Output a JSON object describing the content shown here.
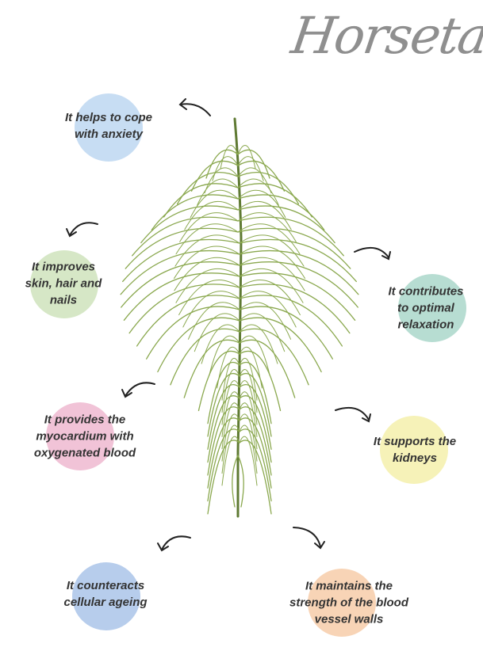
{
  "title": "Horsetail",
  "colors": {
    "plant": "#8aa84e",
    "stem": "#5f7a33",
    "text": "#333333",
    "arrow": "#222222"
  },
  "benefits": [
    {
      "line1": "It helps to cope",
      "line2": "with anxiety",
      "line3": "",
      "color": "#c7ddf3"
    },
    {
      "line1": "It improves",
      "line2": "skin, hair and",
      "line3": "nails",
      "color": "#d6e7c6"
    },
    {
      "line1": "It contributes",
      "line2": "to optimal",
      "line3": "relaxation",
      "color": "#b7ddd2"
    },
    {
      "line1": "It provides the",
      "line2": "myocardium with",
      "line3": "oxygenated blood",
      "color": "#f1c3d7"
    },
    {
      "line1": "It supports the",
      "line2": "kidneys",
      "line3": "",
      "color": "#f6f2b8"
    },
    {
      "line1": "It counteracts",
      "line2": "cellular ageing",
      "line3": "",
      "color": "#b7cdec"
    },
    {
      "line1": "It maintains the",
      "line2": "strength of the blood",
      "line3": "vessel walls",
      "color": "#f8d4b6"
    }
  ]
}
